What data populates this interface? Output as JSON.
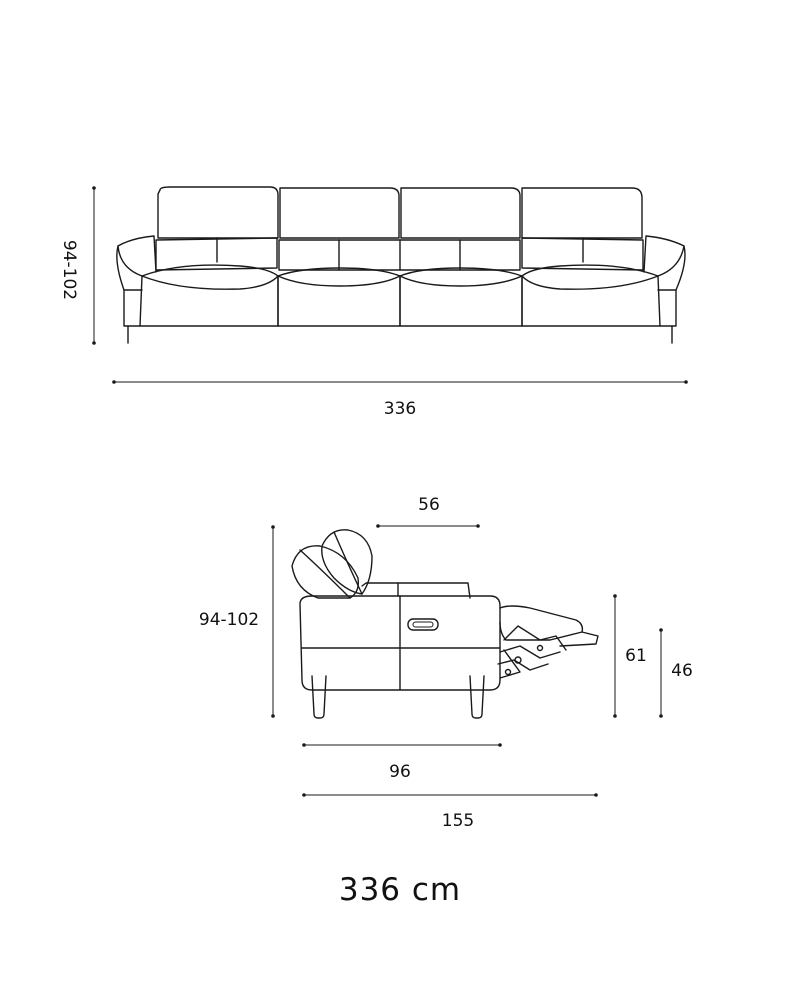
{
  "front_view": {
    "height_label": "94-102",
    "width_label": "336"
  },
  "side_view": {
    "height_label": "94-102",
    "headrest_label": "56",
    "depth_label": "96",
    "extended_depth_label": "155",
    "seat_height_label": "61",
    "footrest_height_label": "46"
  },
  "caption": {
    "value": "336",
    "unit": "cm"
  }
}
